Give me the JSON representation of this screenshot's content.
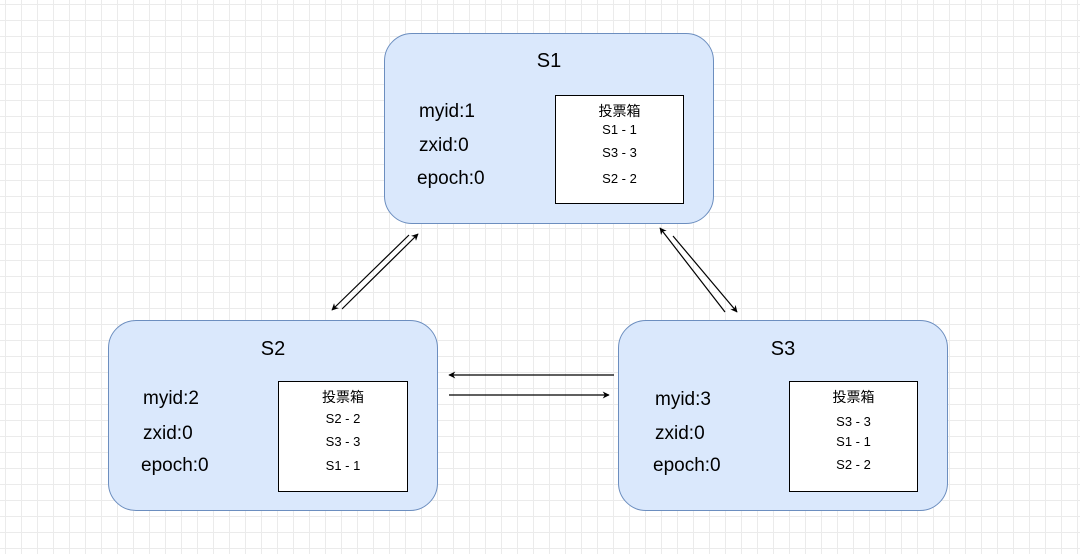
{
  "servers": [
    {
      "name": "S1",
      "myid": "myid:1",
      "zxid": "zxid:0",
      "epoch": "epoch:0",
      "ballot_title": "投票箱",
      "votes": [
        "S1 - 1",
        "S3 - 3",
        "S2 - 2"
      ]
    },
    {
      "name": "S2",
      "myid": "myid:2",
      "zxid": "zxid:0",
      "epoch": "epoch:0",
      "ballot_title": "投票箱",
      "votes": [
        "S2 - 2",
        "S3 - 3",
        "S1 - 1"
      ]
    },
    {
      "name": "S3",
      "myid": "myid:3",
      "zxid": "zxid:0",
      "epoch": "epoch:0",
      "ballot_title": "投票箱",
      "votes": [
        "S3 - 3",
        "S1 - 1",
        "S2 - 2"
      ]
    }
  ],
  "edges": [
    {
      "from": "S1",
      "to": "S2"
    },
    {
      "from": "S2",
      "to": "S1"
    },
    {
      "from": "S1",
      "to": "S3"
    },
    {
      "from": "S3",
      "to": "S1"
    },
    {
      "from": "S3",
      "to": "S2"
    },
    {
      "from": "S2",
      "to": "S3"
    }
  ],
  "colors": {
    "server_fill": "#dae8fc",
    "server_border": "#6c8ebf",
    "ballot_border": "#000000",
    "arrow": "#000000",
    "grid": "#ebebeb"
  }
}
